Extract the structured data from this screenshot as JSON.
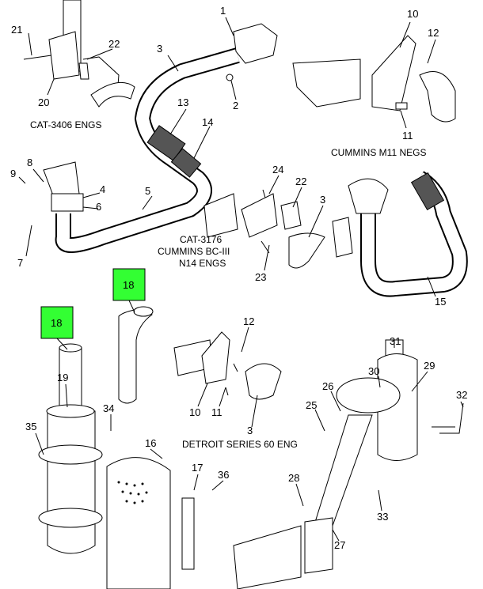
{
  "title": "Exhaust system parts diagram",
  "captions": {
    "cat3406": "CAT-3406 ENGS",
    "cumminsM11": "CUMMINS M11 NEGS",
    "cat3176_1": "CAT-3176",
    "cat3176_2": "CUMMINS BC-III",
    "cat3176_3": "N14 ENGS",
    "detroit": "DETROIT SERIES 60 ENG"
  },
  "callouts": {
    "c1": "1",
    "c2": "2",
    "c3a": "3",
    "c3b": "3",
    "c3c": "3",
    "c4": "4",
    "c5": "5",
    "c6": "6",
    "c7": "7",
    "c8": "8",
    "c9": "9",
    "c10a": "10",
    "c10b": "10",
    "c11a": "11",
    "c11b": "11",
    "c12a": "12",
    "c12b": "12",
    "c13": "13",
    "c14": "14",
    "c15": "15",
    "c16": "16",
    "c17": "17",
    "c18a": "18",
    "c18b": "18",
    "c19": "19",
    "c20": "20",
    "c21": "21",
    "c22a": "22",
    "c22b": "22",
    "c23": "23",
    "c24": "24",
    "c25": "25",
    "c26": "26",
    "c27": "27",
    "c28": "28",
    "c29": "29",
    "c30": "30",
    "c31": "31",
    "c32": "32",
    "c33": "33",
    "c34": "34",
    "c35": "35",
    "c36": "36"
  },
  "colors": {
    "highlight": "#33ff33"
  }
}
